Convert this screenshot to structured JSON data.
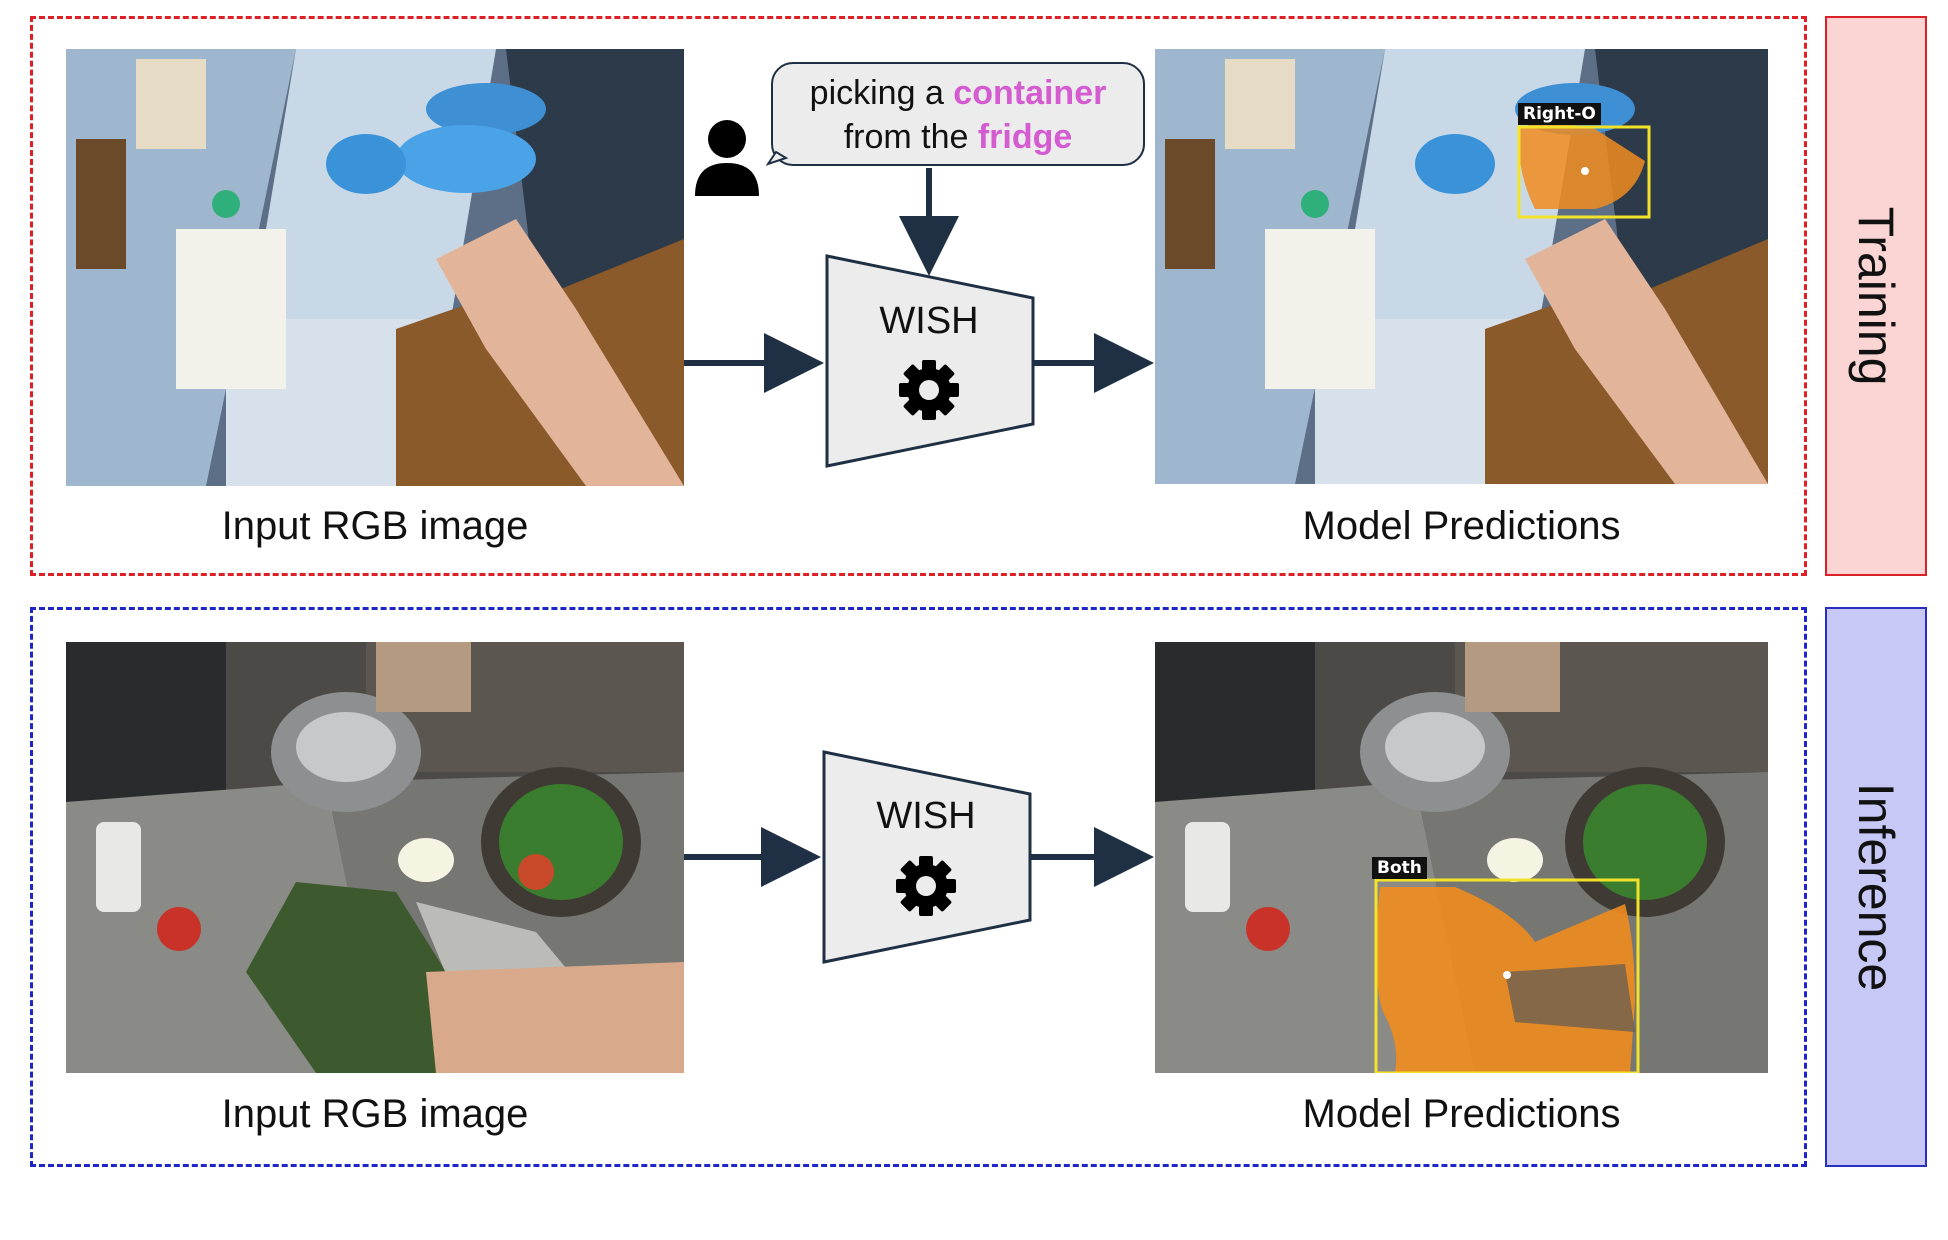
{
  "training": {
    "side_label": "Training",
    "input_caption": "Input RGB image",
    "output_caption": "Model Predictions",
    "prompt": {
      "line1_prefix": "picking a ",
      "line1_highlight": "container",
      "line2_prefix": "from the ",
      "line2_highlight": "fridge"
    },
    "model_label": "WISH",
    "detection_label": "Right-O"
  },
  "inference": {
    "side_label": "Inference",
    "input_caption": "Input RGB image",
    "output_caption": "Model Predictions",
    "model_label": "WISH",
    "detection_label": "Both"
  },
  "colors": {
    "training_border": "#dd1f26",
    "inference_border": "#1f26c8",
    "highlight": "#d55bd0",
    "arrow": "#1f3044",
    "detection_box": "#f2e32a",
    "mask": "#f08c1e"
  },
  "icons": [
    "user-icon",
    "gear-icon"
  ]
}
